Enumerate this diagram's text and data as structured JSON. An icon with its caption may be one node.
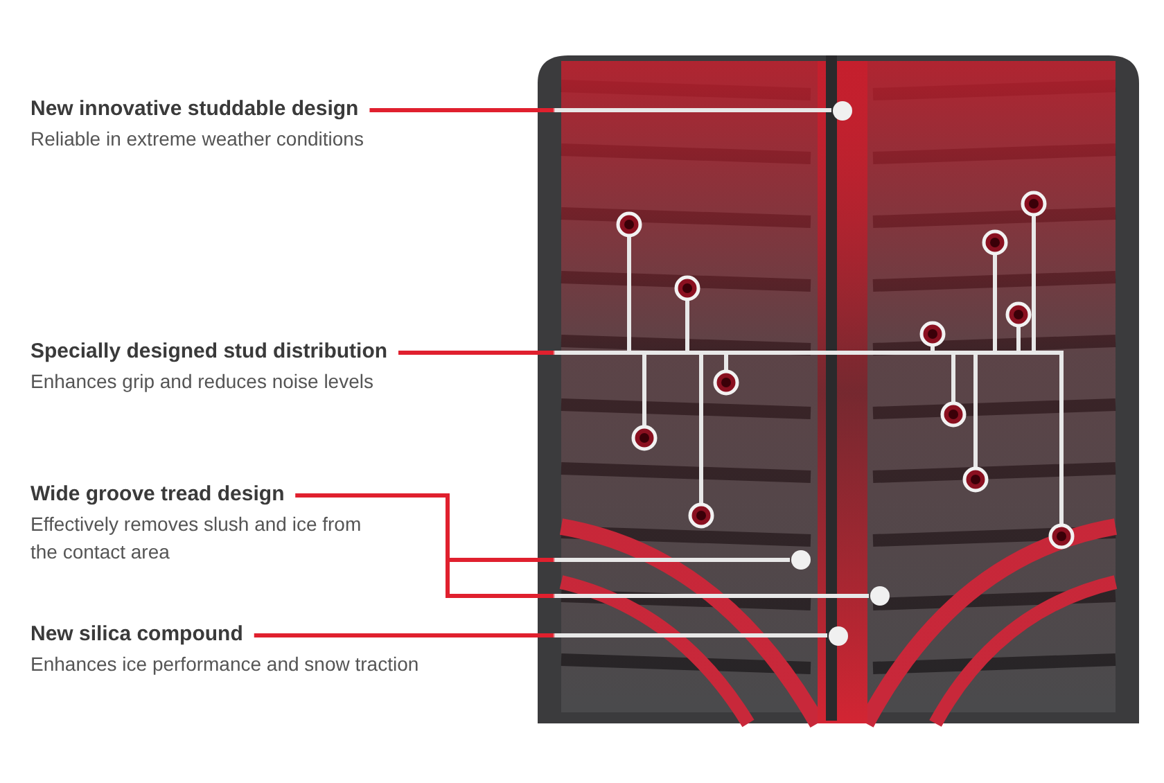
{
  "diagram": {
    "nodes": [
      {
        "text": [
          "New innovative studdable design",
          "Reliable in extreme weather conditions"
        ]
      },
      {
        "text": [
          "Specially designed stud distribution",
          "Enhances grip and reduces noise levels"
        ]
      },
      {
        "text": [
          "Wide groove tread design",
          "Effectively removes slush and ice from the contact area"
        ]
      },
      {
        "text": [
          "New silica compound",
          "Enhances ice performance and snow traction"
        ]
      },
      {
        "text": [],
        "shape": "circle"
      },
      {
        "text": [],
        "shape": "circle"
      },
      {
        "text": [],
        "shape": "circle"
      },
      {
        "text": [],
        "shape": "circle"
      },
      {
        "text": [],
        "shape": "circle"
      },
      {
        "text": [],
        "shape": "circle"
      },
      {
        "text": [],
        "shape": "circle"
      },
      {
        "text": [],
        "shape": "circle"
      },
      {
        "text": [],
        "shape": "circle"
      },
      {
        "text": [],
        "shape": "circle"
      },
      {
        "text": [],
        "shape": "circle"
      },
      {
        "text": [],
        "shape": "circle"
      },
      {
        "text": [],
        "shape": "circle"
      },
      {
        "text": [],
        "shape": "circle"
      },
      {
        "text": [],
        "shape": "circle"
      },
      {
        "text": [],
        "shape": "circle"
      }
    ],
    "edges": [
      {
        "from": 0,
        "to": 4,
        "arrow": "none"
      },
      {
        "from": 1,
        "to": 5,
        "arrow": "none"
      },
      {
        "from": 1,
        "to": 6,
        "arrow": "none"
      },
      {
        "from": 1,
        "to": 7,
        "arrow": "none"
      },
      {
        "from": 1,
        "to": 8,
        "arrow": "none"
      },
      {
        "from": 1,
        "to": 9,
        "arrow": "none"
      },
      {
        "from": 1,
        "to": 10,
        "arrow": "none"
      },
      {
        "from": 1,
        "to": 11,
        "arrow": "none"
      },
      {
        "from": 1,
        "to": 12,
        "arrow": "none"
      },
      {
        "from": 1,
        "to": 13,
        "arrow": "none"
      },
      {
        "from": 1,
        "to": 14,
        "arrow": "none"
      },
      {
        "from": 1,
        "to": 15,
        "arrow": "none"
      },
      {
        "from": 1,
        "to": 16,
        "arrow": "none"
      },
      {
        "from": 2,
        "to": 17,
        "arrow": "none"
      },
      {
        "from": 2,
        "to": 18,
        "arrow": "none"
      },
      {
        "from": 3,
        "to": 19,
        "arrow": "none"
      }
    ]
  }
}
